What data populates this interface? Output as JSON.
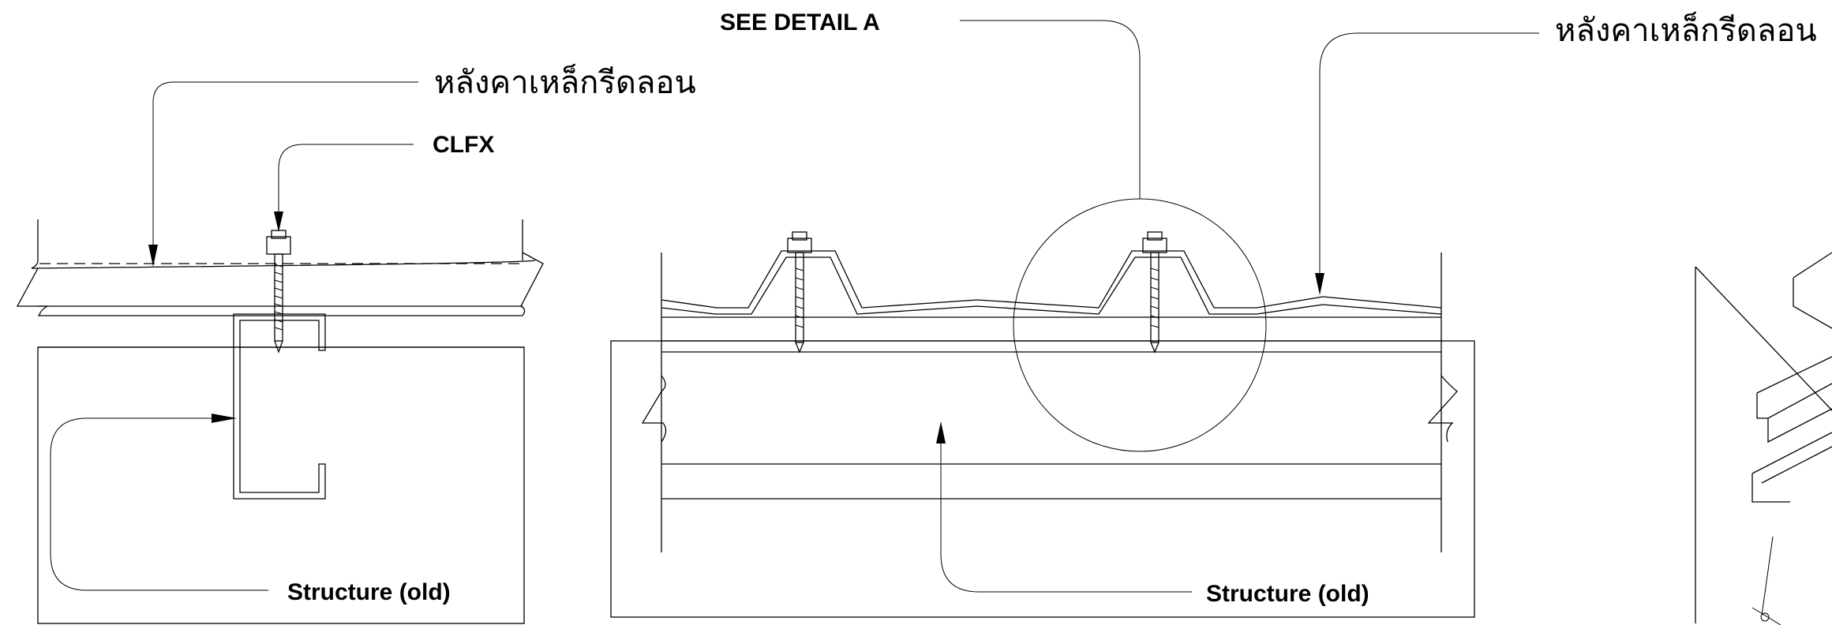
{
  "labels": {
    "see_detail": "SEE DETAIL A",
    "roof_sheet_left": "หลังคาเหล็กรีดลอน",
    "roof_sheet_right": "หลังคาเหล็กรีดลอน",
    "fastener": "CLFX",
    "structure_left": "Structure (old)",
    "structure_center": "Structure (old)"
  }
}
